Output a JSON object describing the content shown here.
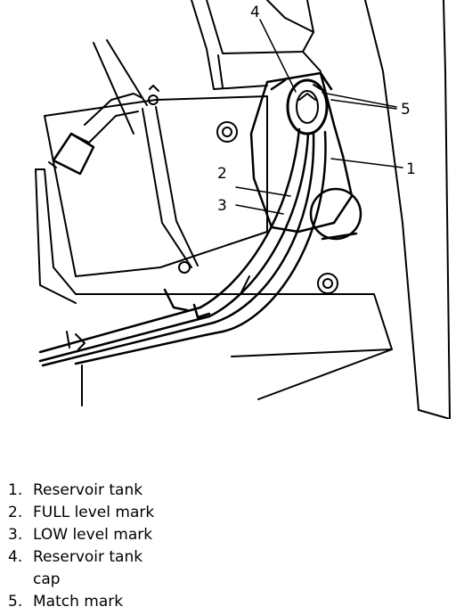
{
  "callouts": [
    "4",
    "5",
    "1",
    "2",
    "3"
  ],
  "legend": [
    {
      "num": "1.",
      "text": "Reservoir tank"
    },
    {
      "num": "2.",
      "text": "FULL level mark"
    },
    {
      "num": "3.",
      "text": "LOW level mark"
    },
    {
      "num": "4.",
      "text": "Reservoir tank cap"
    },
    {
      "num": "5.",
      "text": "Match mark"
    }
  ]
}
